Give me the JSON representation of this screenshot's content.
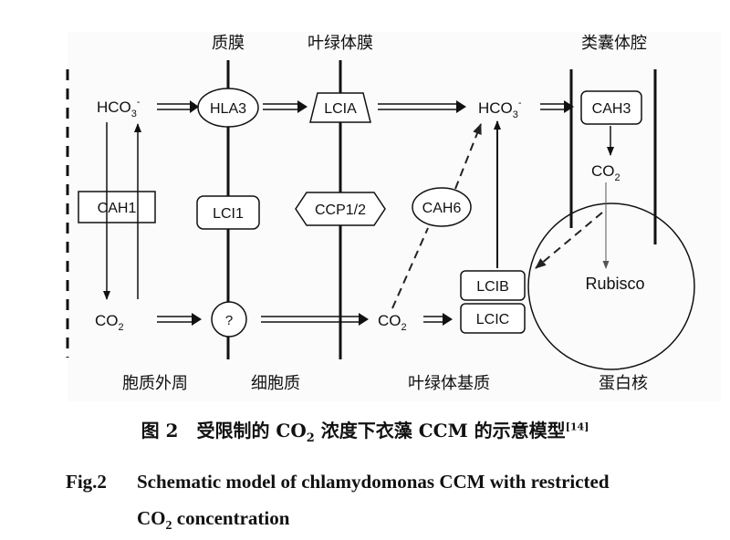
{
  "diagram": {
    "region_labels": {
      "plasma_membrane": "质膜",
      "chloroplast_membrane": "叶绿体膜",
      "thylakoid_lumen": "类囊体腔",
      "periplasm": "胞质外周",
      "cytoplasm": "细胞质",
      "chloroplast_stroma": "叶绿体基质",
      "pyrenoid": "蛋白核"
    },
    "molecules": {
      "hco3_base": "HCO",
      "hco3_sub": "3",
      "hco3_sup": "-",
      "co2_base": "CO",
      "co2_sub": "2"
    },
    "proteins": {
      "hla3": "HLA3",
      "lcia": "LCIA",
      "cah1": "CAH1",
      "lci1": "LCI1",
      "ccp12": "CCP1/2",
      "cah6": "CAH6",
      "cah3": "CAH3",
      "lcib": "LCIB",
      "lcic": "LCIC",
      "unknown": "?",
      "rubisco": "Rubisco"
    }
  },
  "caption": {
    "cn_prefix": "图 2　受限制的 CO",
    "cn_sub": "2",
    "cn_suffix": " 浓度下衣藻 CCM 的示意模型",
    "cn_ref": "[14]",
    "en_label": "Fig.2",
    "en_line1": "Schematic model of chlamydomonas CCM with restricted",
    "en_line2_base": "CO",
    "en_line2_sub": "2",
    "en_line2_rest": " concentration"
  },
  "colors": {
    "background": "#ffffff",
    "diagram_background": "#fbfbfb",
    "ink": "#111111",
    "dashed_arrow": "#222222",
    "thin_arrow": "#555555"
  }
}
